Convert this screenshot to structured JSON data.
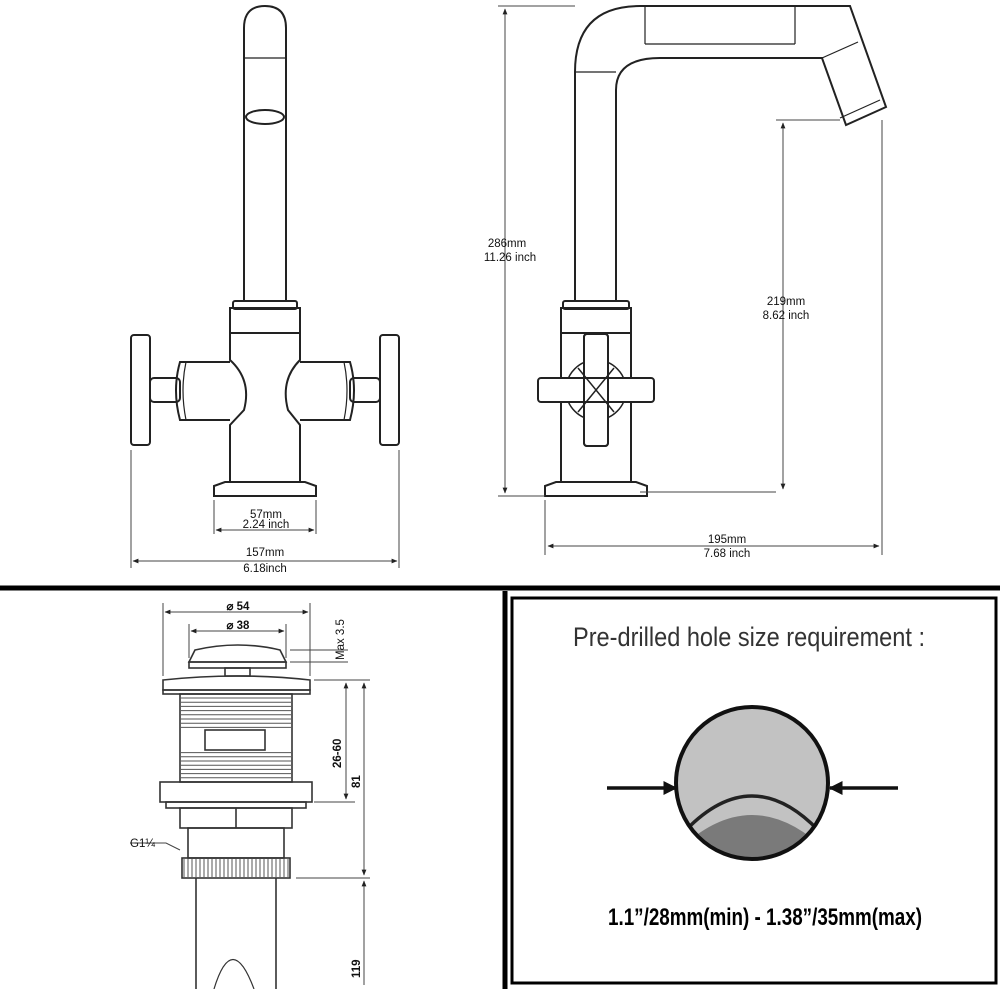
{
  "front_view": {
    "base_width": {
      "mm": "57mm",
      "inch": "2.24 inch"
    },
    "total_width": {
      "mm": "157mm",
      "inch": "6.18inch"
    }
  },
  "side_view": {
    "total_height": {
      "mm": "286mm",
      "inch": "11.26 inch"
    },
    "spout_height": {
      "mm": "219mm",
      "inch": "8.62 inch"
    },
    "reach": {
      "mm": "195mm",
      "inch": "7.68 inch"
    }
  },
  "waste": {
    "outer_diameter": "⌀ 54",
    "inner_diameter": "⌀ 38",
    "cap_max": "Max 3.5",
    "adjustable_range": "26-60",
    "height_81": "81",
    "height_119": "119",
    "thread": "G1¼"
  },
  "hole_requirement": {
    "title": "Pre-drilled hole size requirement :",
    "range": "1.1”/28mm(min) - 1.38”/35mm(max)"
  }
}
